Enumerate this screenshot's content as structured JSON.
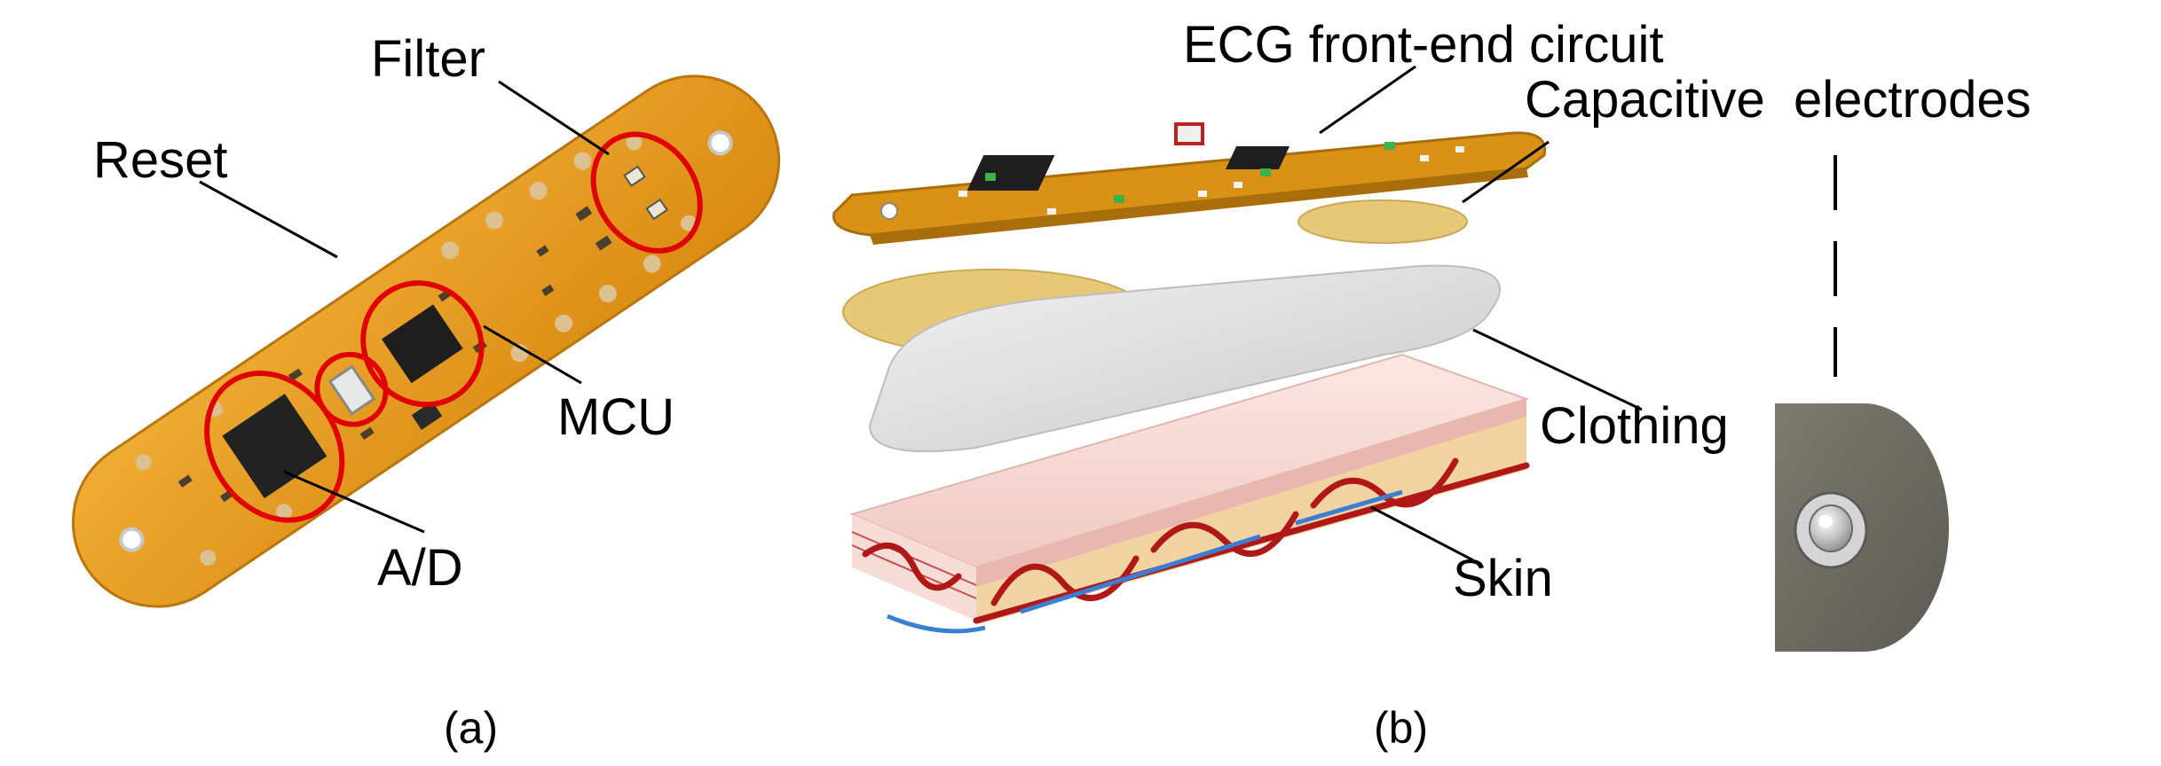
{
  "panel_a": {
    "caption": "(a)",
    "labels": {
      "filter": "Filter",
      "reset": "Reset",
      "mcu": "MCU",
      "ad": "A/D"
    }
  },
  "panel_b": {
    "caption": "(b)",
    "labels": {
      "ecg_circuit": "ECG front-end circuit",
      "capacitive_electrodes": "Capacitive  electrodes",
      "clothing": "Clothing",
      "skin": "Skin"
    }
  },
  "colors": {
    "pcb": "#e59a1c",
    "pcb_dark": "#c27d10",
    "pad": "#d9b98a",
    "chip": "#222222",
    "highlight": "#e00000",
    "electrode": "#e6c878",
    "clothing": "#d9d9d9",
    "skin_top": "#f6dcd8",
    "vessel": "#b01818",
    "fat": "#f1d9a6",
    "snap_plate": "#6e6b62"
  }
}
